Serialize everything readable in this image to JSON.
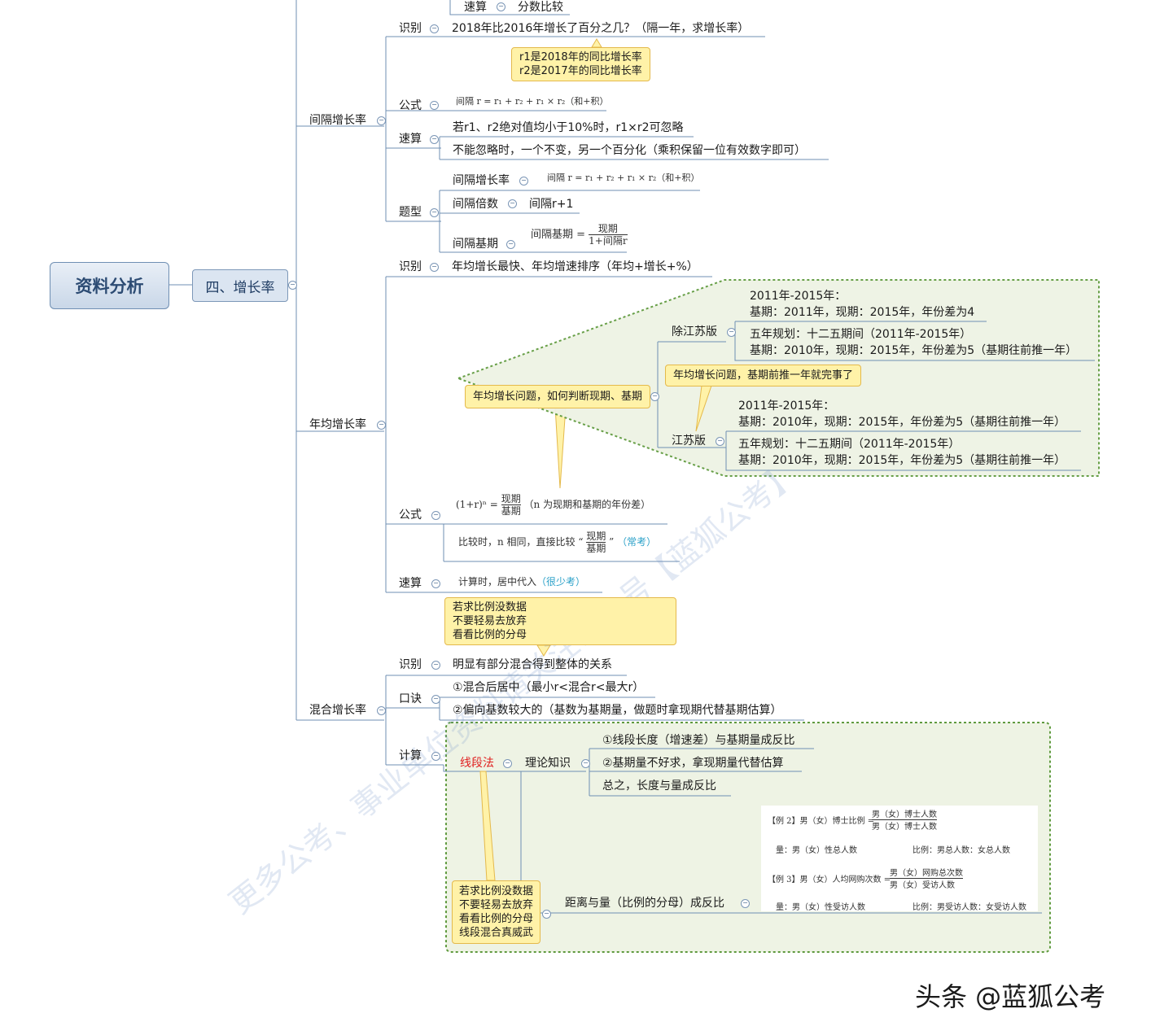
{
  "root": "资料分析",
  "main": "四、增长率",
  "top": {
    "label": "速算",
    "value": "分数比较"
  },
  "interval": {
    "title": "间隔增长率",
    "identify_label": "识别",
    "identify_text": "2018年比2016年增长了百分之几？（隔一年，求增长率）",
    "callout": [
      "r1是2018年的同比增长率",
      "r2是2017年的同比增长率"
    ],
    "formula_label": "公式",
    "formula_text": "间隔 r = r₁ + r₂ + r₁ × r₂（和+积）",
    "speed_label": "速算",
    "speed_items": [
      "若r1、r2绝对值均小于10%时，r1×r2可忽略",
      "不能忽略时，一个不变，另一个百分化（乘积保留一位有效数字即可）"
    ],
    "type_label": "题型",
    "types": [
      {
        "label": "间隔增长率",
        "value": "间隔 r = r₁ + r₂ + r₁ × r₂（和+积）"
      },
      {
        "label": "间隔倍数",
        "value": "间隔r+1"
      },
      {
        "label": "间隔基期",
        "value": "间隔基期 =",
        "num": "现期",
        "den": "1+间隔r"
      }
    ]
  },
  "annual": {
    "title": "年均增长率",
    "identify_label": "识别",
    "identify_text": "年均增长最快、年均增速排序（年均+增长+%）",
    "callout": "年均增长问题，如何判断现期、基期",
    "callout2": "年均增长问题，基期前推一年就完事了",
    "ex_label": "除江苏版",
    "ex_a": [
      "2011年-2015年：",
      "基期：2011年，现期：2015年，年份差为4"
    ],
    "ex_b": [
      "五年规划：十二五期间（2011年-2015年）",
      "基期：2010年，现期：2015年，年份差为5（基期往前推一年）"
    ],
    "js_label": "江苏版",
    "js_a": [
      "2011年-2015年：",
      "基期：2010年，现期：2015年，年份差为5（基期往前推一年）"
    ],
    "js_b": [
      "五年规划：十二五期间（2011年-2015年）",
      "基期：2010年，现期：2015年，年份差为5（基期往前推一年）"
    ],
    "formula_label": "公式",
    "formula_left": "(1+r)ⁿ =",
    "formula_num": "现期",
    "formula_den": "基期",
    "formula_note": "（n 为现期和基期的年份差）",
    "compare_left": "比较时，n 相同，直接比较 “",
    "compare_right": "”",
    "compare_note": "（常考）",
    "speed_label": "速算",
    "speed_text": "计算时，居中代入",
    "speed_note": "（很少考）"
  },
  "mix": {
    "callout": [
      "若求比例没数据",
      "不要轻易去放弃",
      "看看比例的分母",
      "线段混合真威武"
    ],
    "title": "混合增长率",
    "identify_label": "识别",
    "identify_text": "明显有部分混合得到整体的关系",
    "tip_label": "口诀",
    "tips": [
      "①混合后居中（最小r<混合r<最大r）",
      "②偏向基数较大的（基数为基期量，做题时拿现期代替基期估算）"
    ],
    "calc_label": "计算",
    "method": "线段法",
    "theory_label": "理论知识",
    "theory": [
      "①线段长度（增速差）与基期量成反比",
      "②基期量不好求，拿现期量代替估算",
      "总之，长度与量成反比"
    ],
    "distance": "距离与量（比例的分母）成反比",
    "examples": [
      "【例 2】男（女）博士比例 =",
      "男（女）博士人数",
      "男（女）博士人数",
      "量：男（女）性总人数",
      "比例：男总人数：女总人数",
      "【例 3】男（女）人均网购次数 =",
      "男（女）网购总次数",
      "男（女）受访人数",
      "量：男（女）性受访人数",
      "比例：男受访人数：女受访人数"
    ]
  },
  "watermark": [
    "更多公考、事业单位资料请关注公众号【蓝狐公考】"
  ],
  "footer": "头条 @蓝狐公考"
}
